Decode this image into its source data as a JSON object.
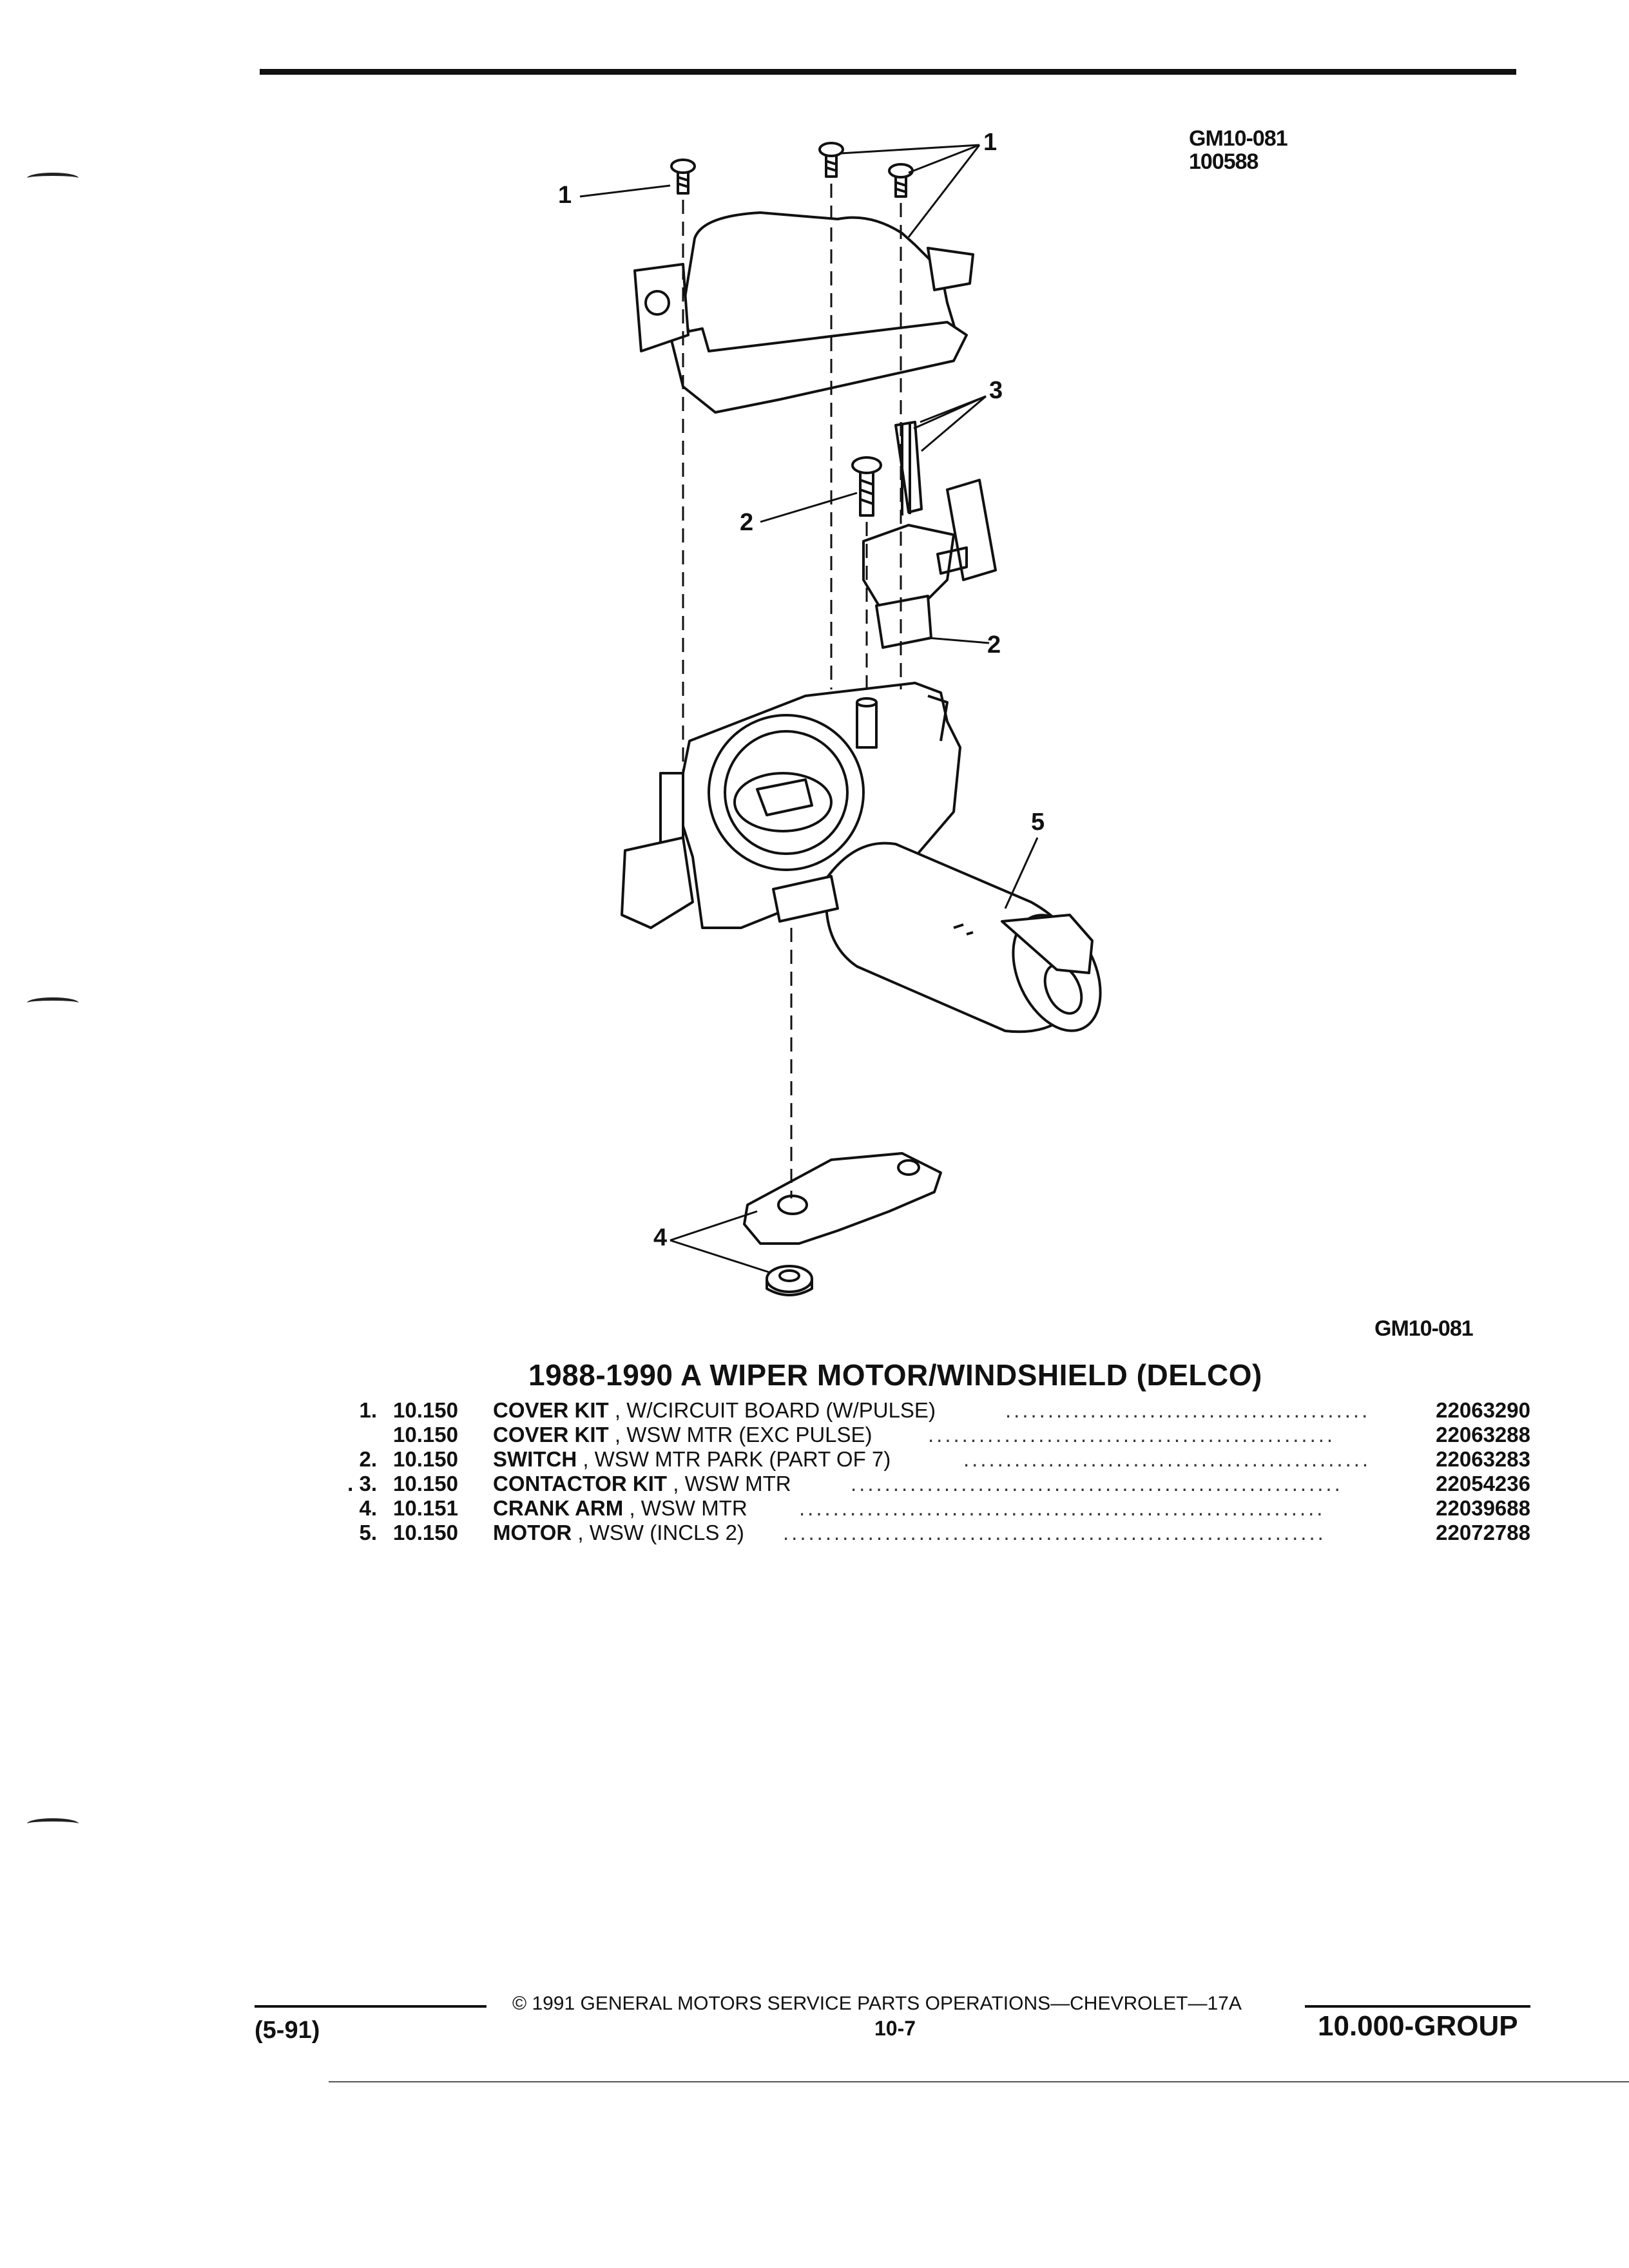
{
  "header": {
    "code": "GM10-081",
    "date_code": "100588"
  },
  "diagram": {
    "callouts": [
      "1",
      "1",
      "2",
      "3",
      "2",
      "5",
      "4"
    ]
  },
  "figure_code": "GM10-081",
  "section": {
    "title": "1988-1990 A WIPER MOTOR/WINDSHIELD (DELCO)"
  },
  "parts": [
    {
      "num": "1.",
      "group": "10.150",
      "name": "COVER KIT",
      "desc": ", W/CIRCUIT BOARD (W/PULSE)",
      "part_no": "22063290"
    },
    {
      "num": "",
      "group": "10.150",
      "name": "COVER KIT",
      "desc": ", WSW MTR (EXC PULSE)",
      "part_no": "22063288"
    },
    {
      "num": "2.",
      "group": "10.150",
      "name": "SWITCH",
      "desc": ", WSW MTR PARK (PART OF 7)",
      "part_no": "22063283"
    },
    {
      "num": ". 3.",
      "group": "10.150",
      "name": "CONTACTOR KIT",
      "desc": ", WSW MTR",
      "part_no": "22054236"
    },
    {
      "num": "4.",
      "group": "10.151",
      "name": "CRANK ARM",
      "desc": ", WSW MTR",
      "part_no": "22039688"
    },
    {
      "num": "5.",
      "group": "10.150",
      "name": "MOTOR",
      "desc": ", WSW (INCLS 2)",
      "part_no": "22072788"
    }
  ],
  "footer": {
    "revision": "(5-91)",
    "copyright": "© 1991 GENERAL MOTORS SERVICE PARTS OPERATIONS—CHEVROLET—17A",
    "page": "10-7",
    "group": "10.000-GROUP"
  }
}
